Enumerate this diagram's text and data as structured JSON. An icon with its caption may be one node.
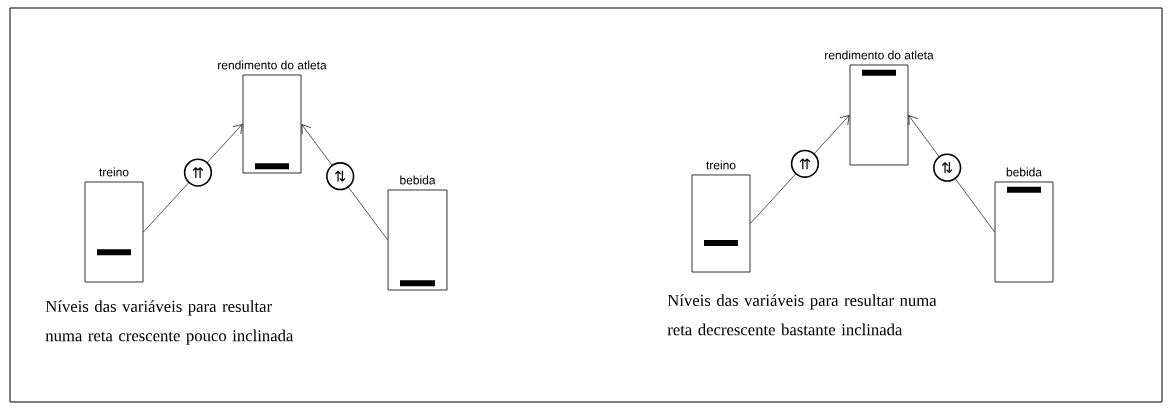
{
  "diagram": {
    "nodes": [
      {
        "text": [
          "treino"
        ]
      },
      {
        "text": [
          "rendimento do atleta"
        ]
      },
      {
        "text": [
          "bebida"
        ]
      },
      {
        "text": [
          "treino"
        ]
      },
      {
        "text": [
          "rendimento do atleta"
        ]
      },
      {
        "text": [
          "bebida"
        ]
      }
    ],
    "edges": [
      {
        "from": 0,
        "to": 1,
        "arrow": "to",
        "label": "⇈"
      },
      {
        "from": 2,
        "to": 1,
        "arrow": "to",
        "label": "⇅"
      },
      {
        "from": 3,
        "to": 4,
        "arrow": "to",
        "label": "⇈"
      },
      {
        "from": 5,
        "to": 4,
        "arrow": "to",
        "label": "⇅"
      }
    ],
    "labels": [
      "Níveis das variáveis para resultar numa reta crescente pouco inclinada",
      "Níveis das variáveis para resultar numa reta decrescente bastante inclinada"
    ]
  }
}
